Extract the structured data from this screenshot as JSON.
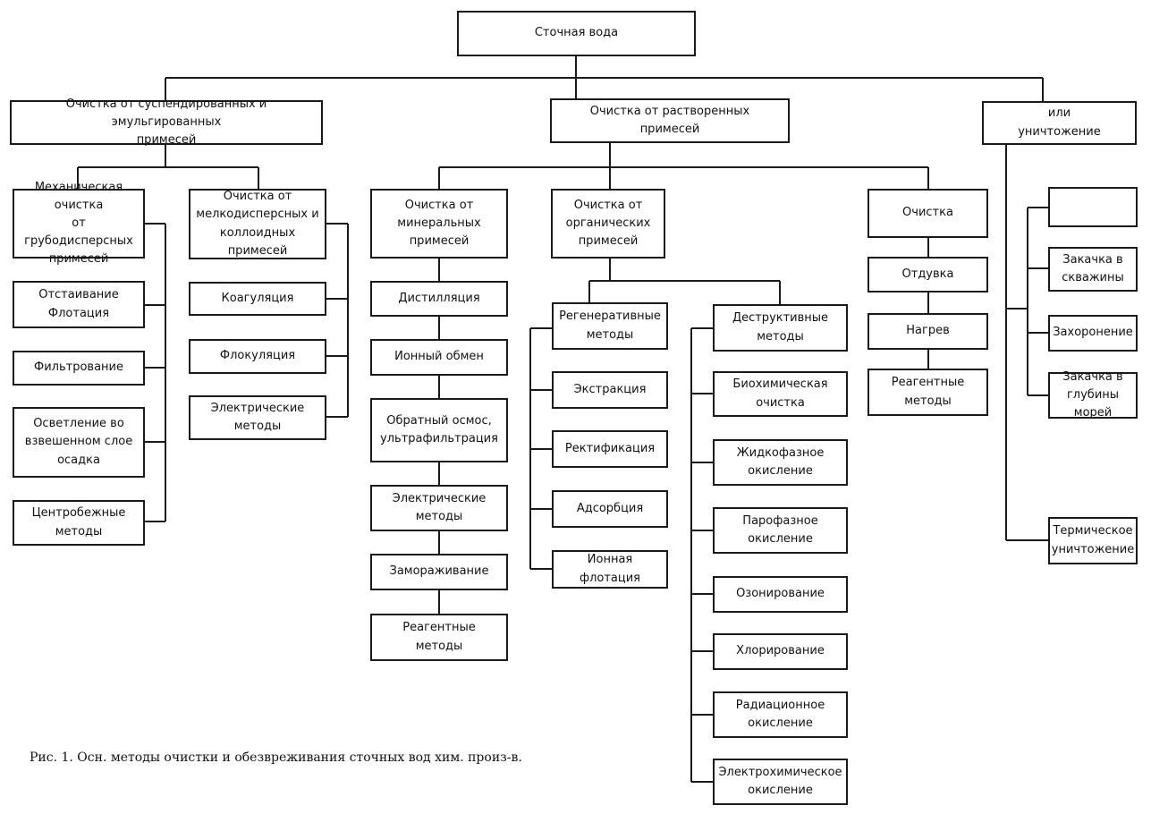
{
  "root": "Сточная вода",
  "level1": {
    "suspended": "Очистка от суспендированных и эмульгированных\nпримесей",
    "dissolved": "Очистка от растворенных\nпримесей",
    "destruction": "или\nуничтожение"
  },
  "suspended_groups": {
    "mechanical": {
      "title": "Механическая очистка\nот грубодисперсных\nпримесей",
      "items": [
        "Отстаивание\nФлотация",
        "Фильтрование",
        "Осветление во\nвзвешенном слое\nосадка",
        "Центробежные\nметоды"
      ]
    },
    "fine": {
      "title": "Очистка от\nмелкодисперсных и\nколлоидных примесей",
      "items": [
        "Коагуляция",
        "Флокуляция",
        "Электрические\nметоды"
      ]
    }
  },
  "dissolved_groups": {
    "mineral": {
      "title": "Очистка от\nминеральных примесей",
      "items": [
        "Дистилляция",
        "Ионный обмен",
        "Обратный осмос,\nультрафильтрация",
        "Электрические\nметоды",
        "Замораживание",
        "Реагентные методы"
      ]
    },
    "organic": {
      "title": "Очистка от\nорганических\nпримесей",
      "regenerative": {
        "title": "Регенеративные\nметоды",
        "items": [
          "Экстракция",
          "Ректификация",
          "Адсорбция",
          "Ионная флотация"
        ]
      },
      "destructive": {
        "title": "Деструктивные\nметоды",
        "items": [
          "Биохимическая\nочистка",
          "Жидкофазное\nокисление",
          "Парофазное\nокисление",
          "Озонирование",
          "Хлорирование",
          "Радиационное\nокисление",
          "Электрохимическое\nокисление"
        ]
      }
    },
    "gas": {
      "title": "Очистка",
      "items": [
        "Отдувка",
        "Нагрев",
        "Реагентные\nметоды"
      ]
    }
  },
  "destruction_items": [
    "",
    "Закачка в\nскважины",
    "Захоронение",
    "Закачка в\nглубины морей",
    "Термическое\nуничтожение"
  ],
  "caption": "Рис. 1. Осн. методы очистки и обезвреживания сточных вод хим. произ-в."
}
